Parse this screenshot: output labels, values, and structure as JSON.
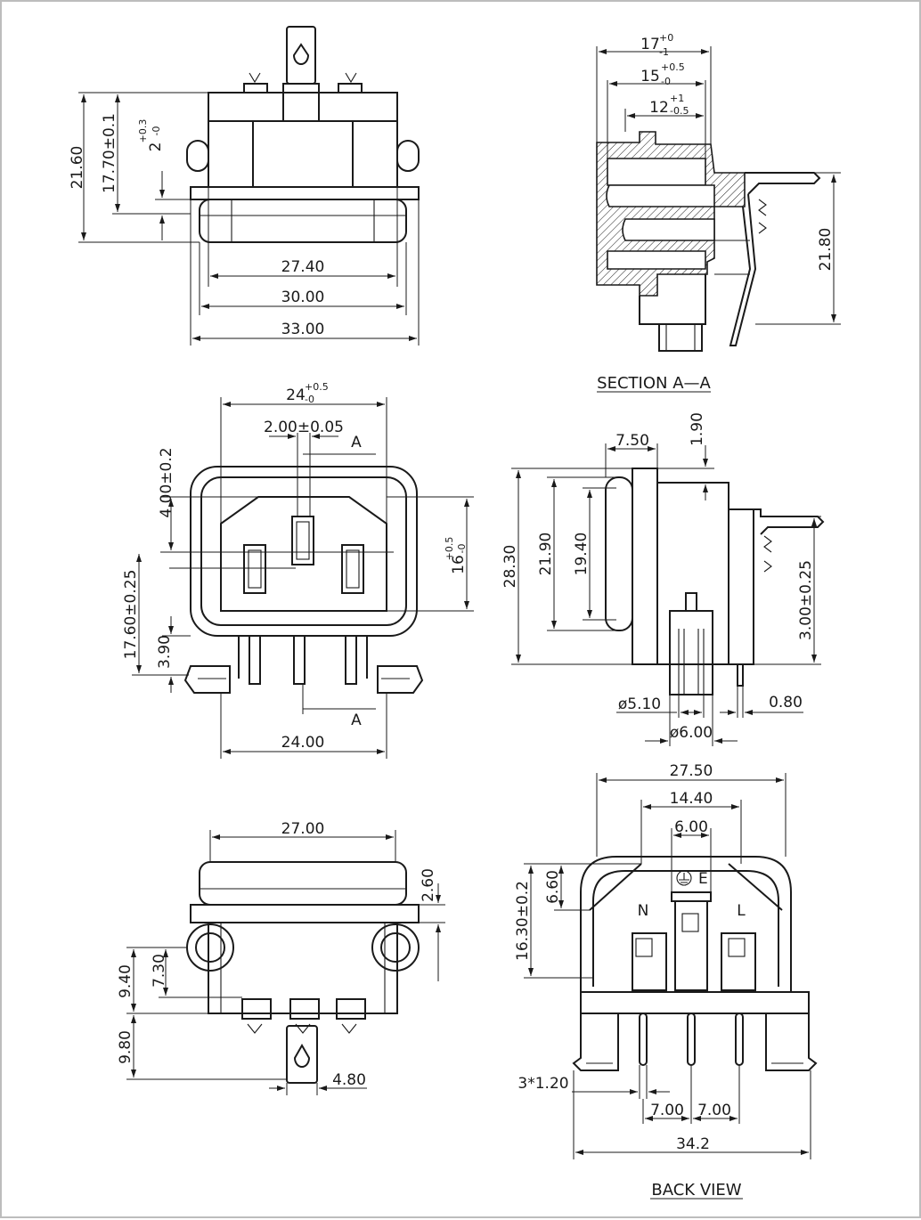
{
  "top_view": {
    "dims": {
      "overall_height": "21.60",
      "body_height": "17.70±0.1",
      "flange_thickness": "2",
      "flange_tol_upper": "+0.3",
      "flange_tol_lower": "-0",
      "width_inner": "27.40",
      "width_mid": "30.00",
      "width_outer": "33.00"
    }
  },
  "section_view": {
    "title": "SECTION A—A",
    "dims": {
      "d1_base": "17",
      "d1_tol_upper": "+0",
      "d1_tol_lower": "-1",
      "d2_base": "15",
      "d2_tol_upper": "+0.5",
      "d2_tol_lower": "-0",
      "d3_base": "12",
      "d3_tol_upper": "+1",
      "d3_tol_lower": "-0.5",
      "height": "21.80"
    }
  },
  "front_view": {
    "dims": {
      "width_base": "24",
      "width_tol_upper": "+0.5",
      "width_tol_lower": "-0",
      "pin_width": "2.00±0.05",
      "top_offset": "4.00±0.2",
      "height_base": "16",
      "height_tol_upper": "+0.5",
      "height_tol_lower": "-0",
      "center_height": "17.60±0.25",
      "bottom_offset": "3.90",
      "pin_span": "24.00"
    },
    "section_mark_top": "A",
    "section_mark_bottom": "A"
  },
  "side_view": {
    "dims": {
      "flange_depth": "7.50",
      "top_gap": "1.90",
      "overall_height": "28.30",
      "body_height": "21.90",
      "inner_height": "19.40",
      "pin_height": "3.00±0.25",
      "pin_thickness": "0.80",
      "hole_dia": "ø5.10",
      "post_dia": "ø6.00"
    }
  },
  "bottom_view": {
    "dims": {
      "width": "27.00",
      "flange": "2.60",
      "row_pitch": "9.40",
      "mount_offset": "7.30",
      "tab_length": "9.80",
      "tab_width": "4.80"
    }
  },
  "back_view": {
    "title": "BACK VIEW",
    "dims": {
      "overall_width": "27.50",
      "inner_width": "14.40",
      "earth_width": "6.00",
      "upper_height": "6.60",
      "body_height": "16.30±0.2",
      "pin_dia": "3*1.20",
      "pitch_left": "7.00",
      "pitch_right": "7.00",
      "base_width": "34.2"
    },
    "terminal_labels": {
      "neutral": "N",
      "earth": "E",
      "live": "L"
    }
  }
}
